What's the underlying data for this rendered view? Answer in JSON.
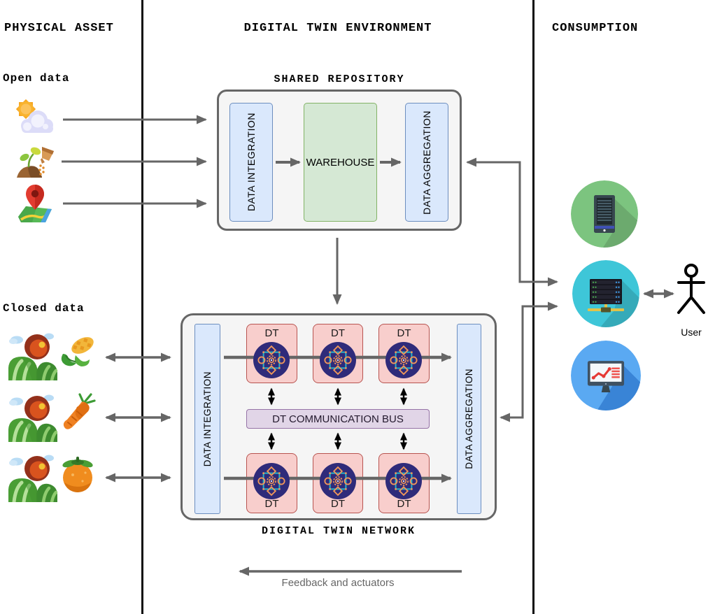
{
  "header": {
    "physical_asset": "PHYSICAL ASSET",
    "digital_twin_environment": "DIGITAL TWIN ENVIRONMENT",
    "consumption": "CONSUMPTION"
  },
  "physical_asset": {
    "open_data": {
      "label": "Open data",
      "sources": [
        {
          "icon": "weather-icon"
        },
        {
          "icon": "soil-seeding-icon"
        },
        {
          "icon": "map-pin-icon"
        }
      ]
    },
    "closed_data": {
      "label": "Closed data",
      "farms": [
        {
          "icons": [
            "farm-field-icon",
            "corn-icon"
          ]
        },
        {
          "icons": [
            "farm-field-icon",
            "carrot-icon"
          ]
        },
        {
          "icons": [
            "farm-field-icon",
            "tomato-icon"
          ]
        }
      ]
    }
  },
  "shared_repository": {
    "title": "SHARED REPOSITORY",
    "data_integration_label": "DATA INTEGRATION",
    "warehouse_label": "WAREHOUSE",
    "data_aggregation_label": "DATA AGGREGATION"
  },
  "digital_twin_network": {
    "title": "DIGITAL TWIN NETWORK",
    "data_integration_label": "DATA INTEGRATION",
    "data_aggregation_label": "DATA AGGREGATION",
    "bus_label": "DT COMMUNICATION BUS",
    "dt_label": "DT"
  },
  "consumption": {
    "icons": [
      {
        "icon": "server-tower-icon",
        "bg": "#7cc47f"
      },
      {
        "icon": "server-rack-icon",
        "bg": "#3ec6d8"
      },
      {
        "icon": "analytics-monitor-icon",
        "bg": "#5aa9f2"
      }
    ],
    "user_label": "User"
  },
  "feedback_label": "Feedback and actuators",
  "colors": {
    "arrow_gray": "#666666",
    "blue_fill": "#dae8fc",
    "blue_border": "#6c8ebf",
    "green_fill": "#d5e8d4",
    "green_border": "#82b366",
    "pink_fill": "#f8cecc",
    "pink_border": "#b85450",
    "purple_fill": "#e1d5e7",
    "purple_border": "#9673a6",
    "container_fill": "#f5f5f5",
    "container_border": "#666666",
    "dt_circle_navy": "#2f2b7a"
  }
}
